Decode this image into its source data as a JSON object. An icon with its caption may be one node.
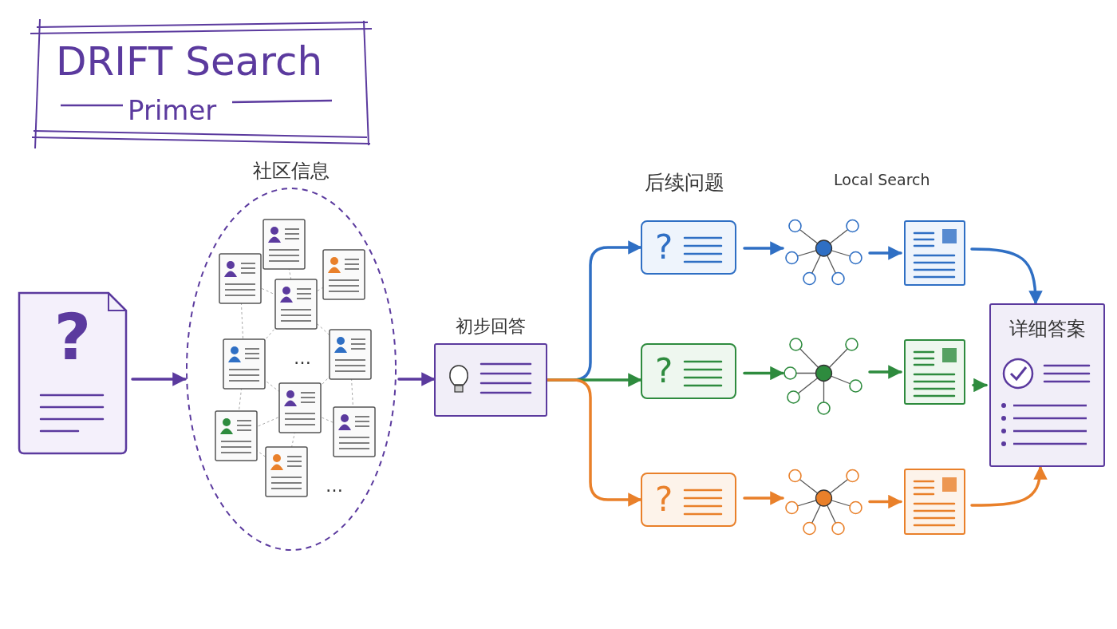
{
  "diagram": {
    "title": "DRIFT Search",
    "nodes": [
      {
        "text": [
          "?"
        ]
      },
      {
        "text": [
          "社区信息"
        ]
      },
      {
        "text": [
          "初步回答"
        ]
      },
      {
        "text": [
          "?"
        ]
      },
      {
        "text": [
          "?"
        ]
      },
      {
        "text": [
          "?"
        ]
      },
      {
        "text": [],
        "shape": "picture"
      },
      {
        "text": [],
        "shape": "picture"
      },
      {
        "text": [],
        "shape": "picture"
      },
      {
        "text": [],
        "shape": "box"
      },
      {
        "text": [],
        "shape": "box"
      },
      {
        "text": [],
        "shape": "box"
      },
      {
        "text": [
          "详细答案"
        ]
      }
    ],
    "edges": [
      {
        "from": 0,
        "to": 1,
        "arrow": "to"
      },
      {
        "from": 1,
        "to": 2,
        "arrow": "to"
      },
      {
        "from": 2,
        "to": 3,
        "arrow": "to",
        "color": "#2f6fc4"
      },
      {
        "from": 2,
        "to": 4,
        "arrow": "to",
        "color": "#2e8b3e"
      },
      {
        "from": 2,
        "to": 5,
        "arrow": "to",
        "color": "#e9802a"
      },
      {
        "from": 3,
        "to": 6,
        "arrow": "to",
        "color": "#2f6fc4"
      },
      {
        "from": 6,
        "to": 9,
        "arrow": "to",
        "color": "#2f6fc4"
      },
      {
        "from": 9,
        "to": 12,
        "arrow": "to",
        "color": "#2f6fc4"
      },
      {
        "from": 4,
        "to": 7,
        "arrow": "to",
        "color": "#2e8b3e"
      },
      {
        "from": 7,
        "to": 10,
        "arrow": "to",
        "color": "#2e8b3e"
      },
      {
        "from": 10,
        "to": 12,
        "arrow": "to",
        "color": "#2e8b3e"
      },
      {
        "from": 5,
        "to": 8,
        "arrow": "to",
        "color": "#e9802a"
      },
      {
        "from": 8,
        "to": 11,
        "arrow": "to",
        "color": "#e9802a"
      },
      {
        "from": 11,
        "to": 12,
        "arrow": "to",
        "color": "#e9802a"
      }
    ],
    "labels": [
      "Primer",
      "后续问题",
      "Local Search",
      "…",
      "…"
    ]
  }
}
